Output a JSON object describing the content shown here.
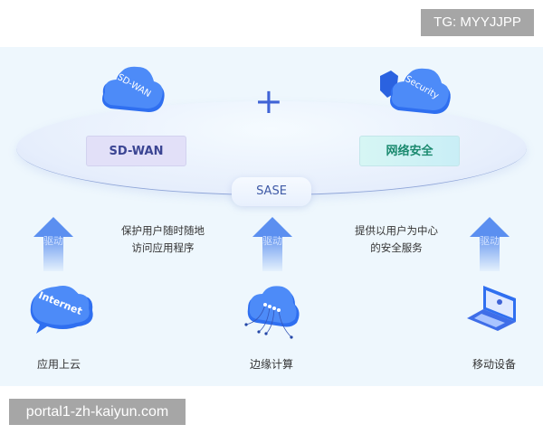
{
  "watermarks": {
    "top": "TG: MYYJJPP",
    "bottom": "portal1-zh-kaiyun.com"
  },
  "top": {
    "sdwan_cloud": "SD-WAN",
    "security_cloud": "Security",
    "plus": "+",
    "sdwan_label": "SD-WAN",
    "security_label": "网络安全",
    "sase": "SASE"
  },
  "drive_label": "驱动",
  "descriptions": {
    "left": [
      "保护用户随时随地",
      "访问应用程序"
    ],
    "right": [
      "提供以用户为中心",
      "的安全服务"
    ]
  },
  "bottom": {
    "internet_cloud": "Internet",
    "items": [
      "应用上云",
      "边缘计算",
      "移动设备"
    ]
  },
  "colors": {
    "background": "#eef7fd",
    "accent": "#3f63d6",
    "cloud": "#2f6ff0"
  }
}
